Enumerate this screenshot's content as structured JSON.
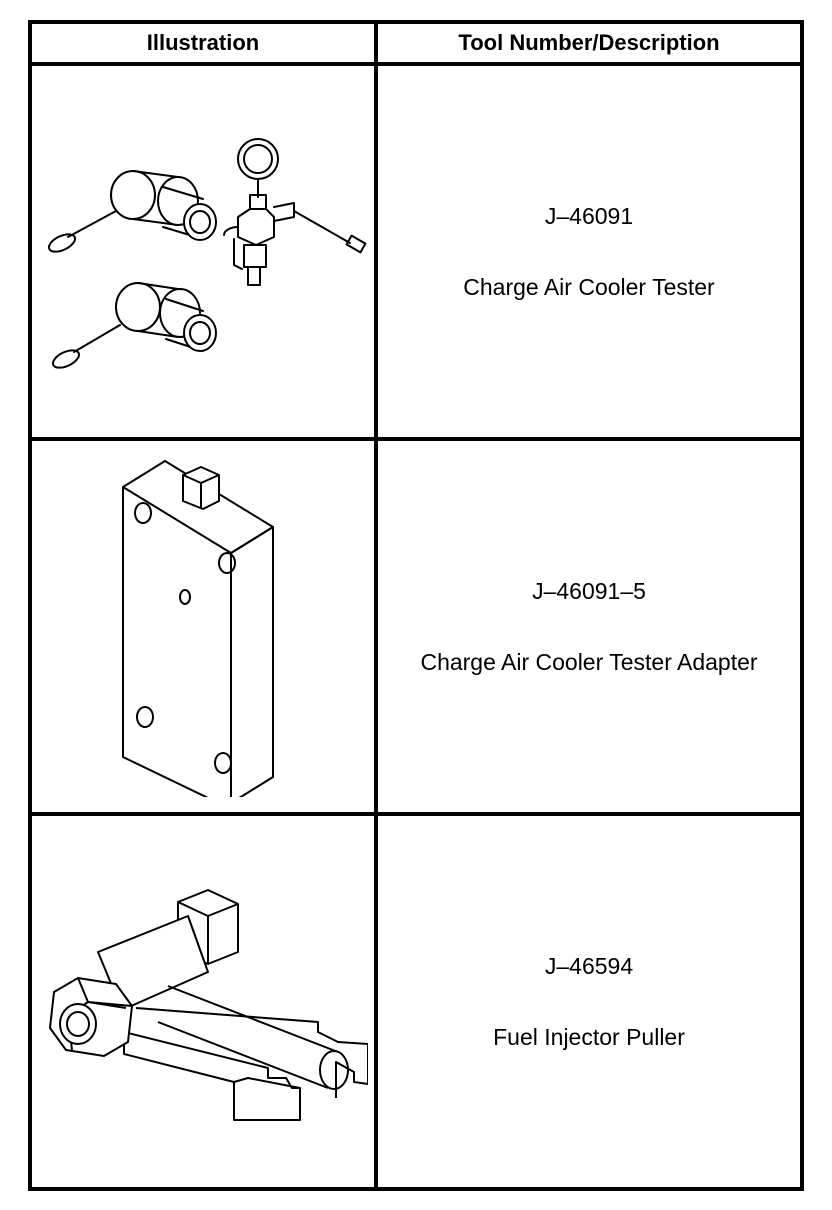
{
  "table": {
    "headers": {
      "illustration": "Illustration",
      "tool": "Tool Number/Description"
    },
    "rows": [
      {
        "illustration_icon": "charge-air-cooler-tester-icon",
        "tool_number": "J–46091",
        "description": "Charge Air Cooler Tester"
      },
      {
        "illustration_icon": "tester-adapter-plate-icon",
        "tool_number": "J–46091–5",
        "description": "Charge Air Cooler Tester Adapter"
      },
      {
        "illustration_icon": "fuel-injector-puller-icon",
        "tool_number": "J–46594",
        "description": "Fuel Injector Puller"
      }
    ]
  },
  "colors": {
    "line": "#000000",
    "background": "#ffffff"
  }
}
